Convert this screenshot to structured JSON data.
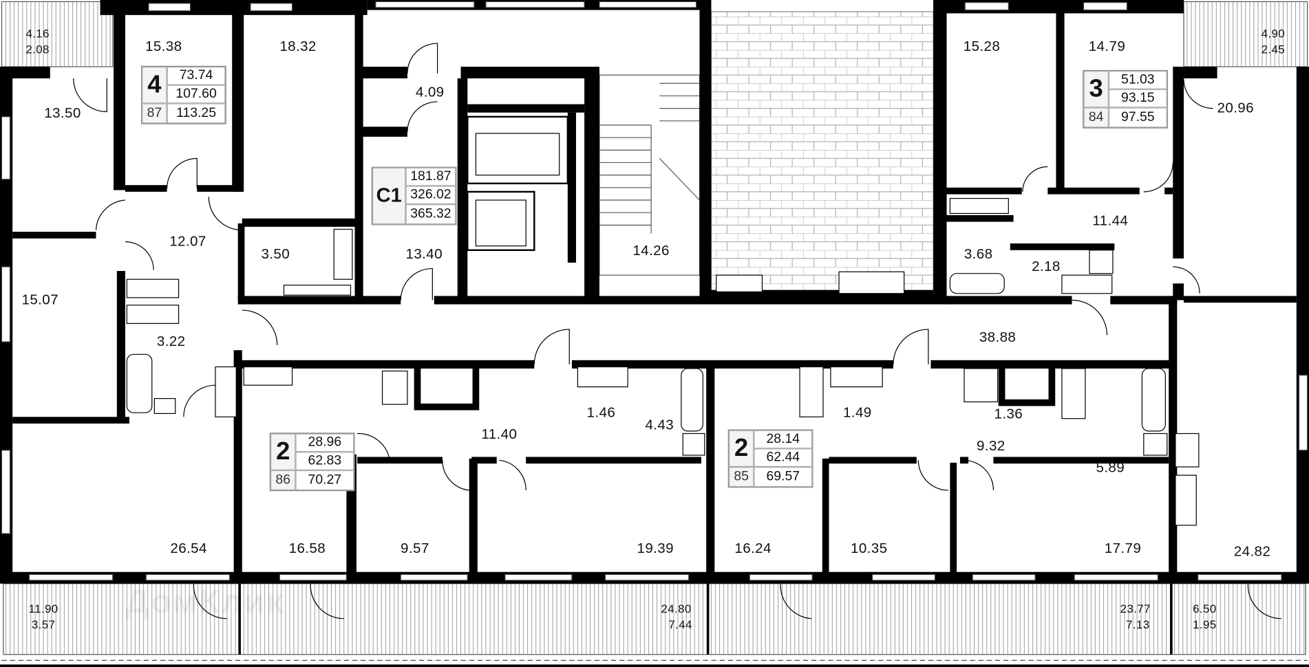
{
  "watermark": "ДомКлик",
  "colors": {
    "wall": "#000000",
    "tile_line": "#b0b0b0",
    "box_bg": "#f4f4f4"
  },
  "apartments": [
    {
      "rooms": "4",
      "number": "87",
      "living": "73.74",
      "total": "107.60",
      "total_with_balcony": "113.25"
    },
    {
      "rooms": "3",
      "number": "84",
      "living": "51.03",
      "total": "93.15",
      "total_with_balcony": "97.55"
    },
    {
      "rooms": "2",
      "number": "86",
      "living": "28.96",
      "total": "62.83",
      "total_with_balcony": "70.27"
    },
    {
      "rooms": "2",
      "number": "85",
      "living": "28.14",
      "total": "62.44",
      "total_with_balcony": "69.57"
    }
  ],
  "commercial": {
    "code": "C1",
    "values": [
      "181.87",
      "326.02",
      "365.32"
    ]
  },
  "rooms": {
    "r1538": "15.38",
    "r1832": "18.32",
    "r1350": "13.50",
    "r409": "4.09",
    "r1207": "12.07",
    "r350": "3.50",
    "r1340": "13.40",
    "r1426": "14.26",
    "r1528": "15.28",
    "r1479": "14.79",
    "r2096": "20.96",
    "r1144": "11.44",
    "r368": "3.68",
    "r218": "2.18",
    "r1507": "15.07",
    "r322": "3.22",
    "r3888": "38.88",
    "r146": "1.46",
    "r443": "4.43",
    "r1140": "11.40",
    "r149": "1.49",
    "r136": "1.36",
    "r932": "9.32",
    "r589": "5.89",
    "r2654": "26.54",
    "r1658": "16.58",
    "r957": "9.57",
    "r1939": "19.39",
    "r1624": "16.24",
    "r1035": "10.35",
    "r1779": "17.79",
    "r2482": "24.82"
  },
  "balconies": [
    {
      "area": "4.16",
      "reduced": "2.08"
    },
    {
      "area": "4.90",
      "reduced": "2.45"
    },
    {
      "area": "11.90",
      "reduced": "3.57"
    },
    {
      "area": "24.80",
      "reduced": "7.44"
    },
    {
      "area": "23.77",
      "reduced": "7.13"
    },
    {
      "area": "6.50",
      "reduced": "1.95"
    }
  ]
}
